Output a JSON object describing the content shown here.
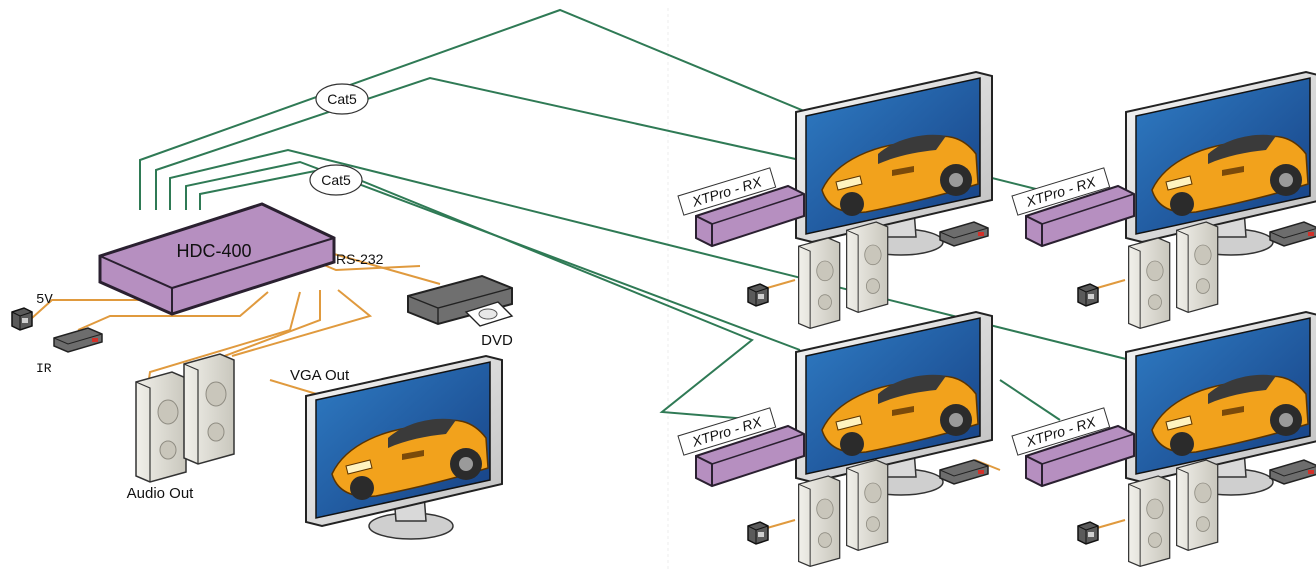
{
  "hub": {
    "label": "HDC-400"
  },
  "inputs": {
    "power_label": "5V",
    "ir_label": "IR",
    "serial_label": "RS-232",
    "dvd_label": "DVD",
    "vga_label": "VGA Out",
    "audio_label": "Audio Out"
  },
  "cables": {
    "cat5_label_top": "Cat5",
    "cat5_label_mid": "Cat5"
  },
  "receivers": [
    {
      "label": "XTPro - RX"
    },
    {
      "label": "XTPro - RX"
    },
    {
      "label": "XTPro - RX"
    },
    {
      "label": "XTPro - RX"
    }
  ],
  "colors": {
    "cat5_line": "#2f7a55",
    "av_line": "#e09a3e",
    "box_purple": "#b68fc0",
    "box_dark": "#2a2030",
    "screen_blue": "#1e5ea8",
    "car_orange": "#f2a21c"
  },
  "icons": [
    "monitor-icon",
    "speaker-icon",
    "dvd-player-icon",
    "ir-emitter-icon",
    "power-adapter-icon"
  ]
}
